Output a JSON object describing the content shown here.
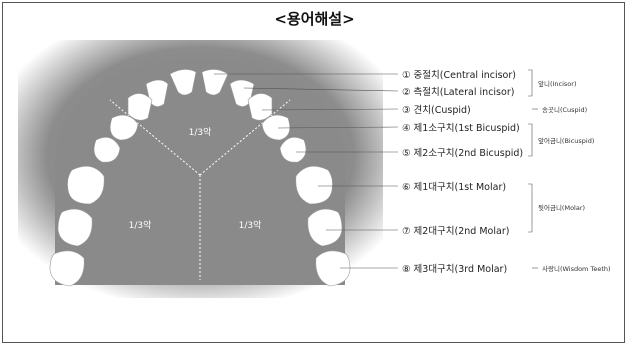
{
  "title": "<용어해설>",
  "regions": {
    "top": "1/3악",
    "left": "1/3악",
    "right": "1/3악"
  },
  "teeth": [
    {
      "label": "① 중절치(Central incisor)"
    },
    {
      "label": "② 측절치(Lateral incisor)"
    },
    {
      "label": "③ 견치(Cuspid)"
    },
    {
      "label": "④ 제1소구치(1st Bicuspid)"
    },
    {
      "label": "⑤ 제2소구치(2nd Bicuspid)"
    },
    {
      "label": "⑥ 제1대구치(1st Molar)"
    },
    {
      "label": "⑦ 제2대구치(2nd Molar)"
    },
    {
      "label": "⑧ 제3대구치(3rd Molar)"
    }
  ],
  "groups": {
    "front": "앞니(Incisor)",
    "canine": "송곳니(Cuspid)",
    "premolar": "앞어금니(Bicuspid)",
    "molar": "뒷어금니(Molar)",
    "wisdom": "사랑니(Wisdom Teeth)"
  },
  "colors": {
    "background_area": "#8a8a8a",
    "tooth_fill": "#ffffff",
    "leader": "#555555"
  }
}
